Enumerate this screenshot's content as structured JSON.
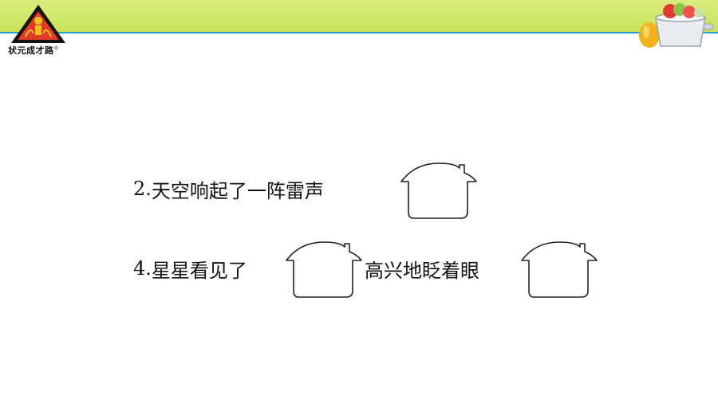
{
  "brand": {
    "name": "状元成才路",
    "trademark": "®"
  },
  "colors": {
    "header_bar": "#cde66a",
    "header_line": "#1fa3c8",
    "text": "#111111"
  },
  "exercise": {
    "items": [
      {
        "number": "2.",
        "text": "天空响起了一阵雷声"
      },
      {
        "number": "4.",
        "text_before": "星星看见了",
        "text_after": "高兴地眨着眼"
      }
    ]
  },
  "icons": {
    "blank_box": "house-shaped-blank-box",
    "decoration": "vegetable-basket"
  }
}
